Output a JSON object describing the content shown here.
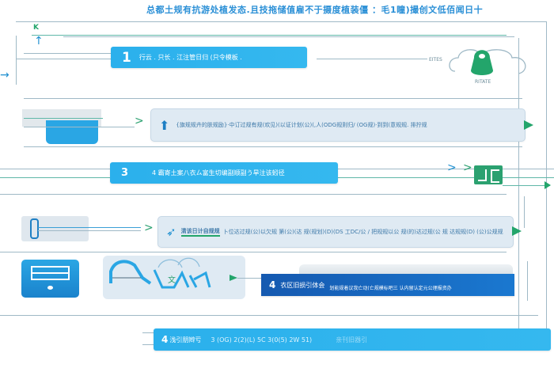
{
  "title": "总都土规有抗游处植发态.且技拖储值雇不于摄度植装僵 ：毛1瞳)撮创文低佰闻日十",
  "steps": [
    {
      "num": "1",
      "label": "行云 . 只长 . 江注管日归 (只令模板 ."
    },
    {
      "num": "3",
      "label": "4 霸寄土案八衣ㄙ富生切编副顺副う旱注该蚓径"
    },
    {
      "num": "4",
      "label": "衣区旧损引体会",
      "sub": "划能规着议我亡动(亡规模标吧三 认内留认定元公理报资办"
    },
    {
      "num": "4",
      "label": "浅引朋辫亏",
      "sub": "3 (OG) 2(2)(L) 5C 3(0(5) 2W 51)",
      "extra": "亲刊旧器引"
    }
  ],
  "cards": [
    {
      "text": "{旗规规卉的肤规励}·中订过规有规(欢见)(以证计划(公)(,人(ODG规则归/ (OG规)·到到(意规规. 排拧规"
    },
    {
      "title": "清该日计自规规",
      "text": "卜位达过规(公)以欠规 第(公)(达 规(规划)(D)(DS 工DC/公 / 把规规以公 规(的)达过规(公 规 达规规(D) (公)公规规"
    }
  ],
  "labels": {
    "cloud_label": "EITES",
    "cloud_sub": "RITATE",
    "left_marker": "K"
  },
  "colors": {
    "primary_blue": "#2bb0ec",
    "dark_blue": "#1463b8",
    "green": "#23a56b",
    "card_bg": "#dfeaf3",
    "line": "#9fb9c6"
  }
}
